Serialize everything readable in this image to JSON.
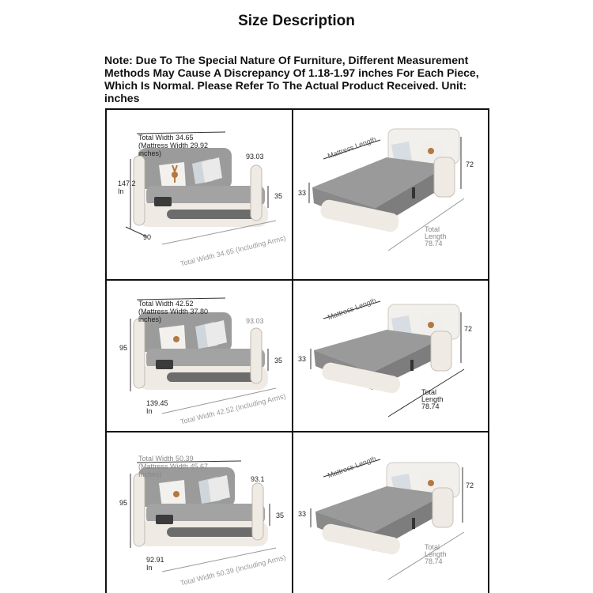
{
  "title": "Size Description",
  "note": "Note: Due To The Special Nature Of Furniture, Different Measurement Methods May Cause A Discrepancy Of 1.18-1.97 inches For Each Piece, Which Is Normal. Please Refer To The Actual Product Received. Unit: inches",
  "rows": [
    {
      "front": {
        "total_width": "Total Width 34.65",
        "mattress_width": "(Mattress Width 29.92",
        "mattress_width_unit": "inches)",
        "arm_height": "93.03",
        "height_value": "147.2",
        "height_unit": "In",
        "seat_height": "35",
        "depth": "90",
        "total_width_arms": "Total Width 34.65 (Including Arms)"
      },
      "open": {
        "mattress_length": "Mattress Length",
        "height": "72",
        "bed_height": "33",
        "total_length_label": "Total",
        "total_length_label2": "Length",
        "total_length_value": "78.74"
      }
    },
    {
      "front": {
        "total_width": "Total Width 42.52",
        "mattress_width": "(Mattress Width 37.80",
        "mattress_width_unit": "inches)",
        "arm_height": "93.03",
        "height_value": "95",
        "seat_height": "35",
        "depth": "139.45",
        "depth_unit": "In",
        "total_width_arms": "Total Width 42.52 (Including Arms)"
      },
      "open": {
        "mattress_length": "Mattress Length",
        "height": "72",
        "bed_height": "33",
        "total_length_label": "Total",
        "total_length_label2": "Length",
        "total_length_value": "78.74"
      }
    },
    {
      "front": {
        "total_width": "Total Width 50.39",
        "mattress_width": "(Mattress Width 45.67",
        "mattress_width_unit": "Inches)",
        "arm_height": "93.1",
        "height_value": "95",
        "seat_height": "35",
        "depth": "92.91",
        "depth_unit": "In",
        "total_width_arms": "Total Width 50.39 (Including Arms)"
      },
      "open": {
        "mattress_length": "Mattress Length",
        "height": "72",
        "bed_height": "33",
        "total_length_label": "Total",
        "total_length_label2": "Length",
        "total_length_value": "78.74"
      }
    }
  ],
  "colors": {
    "fabric": "#8e8e8e",
    "fabric_light": "#a9a9a9",
    "frame": "#f0ece6",
    "frame_dark": "#c9c4bd",
    "accent_grey": "#6d6d6d"
  }
}
